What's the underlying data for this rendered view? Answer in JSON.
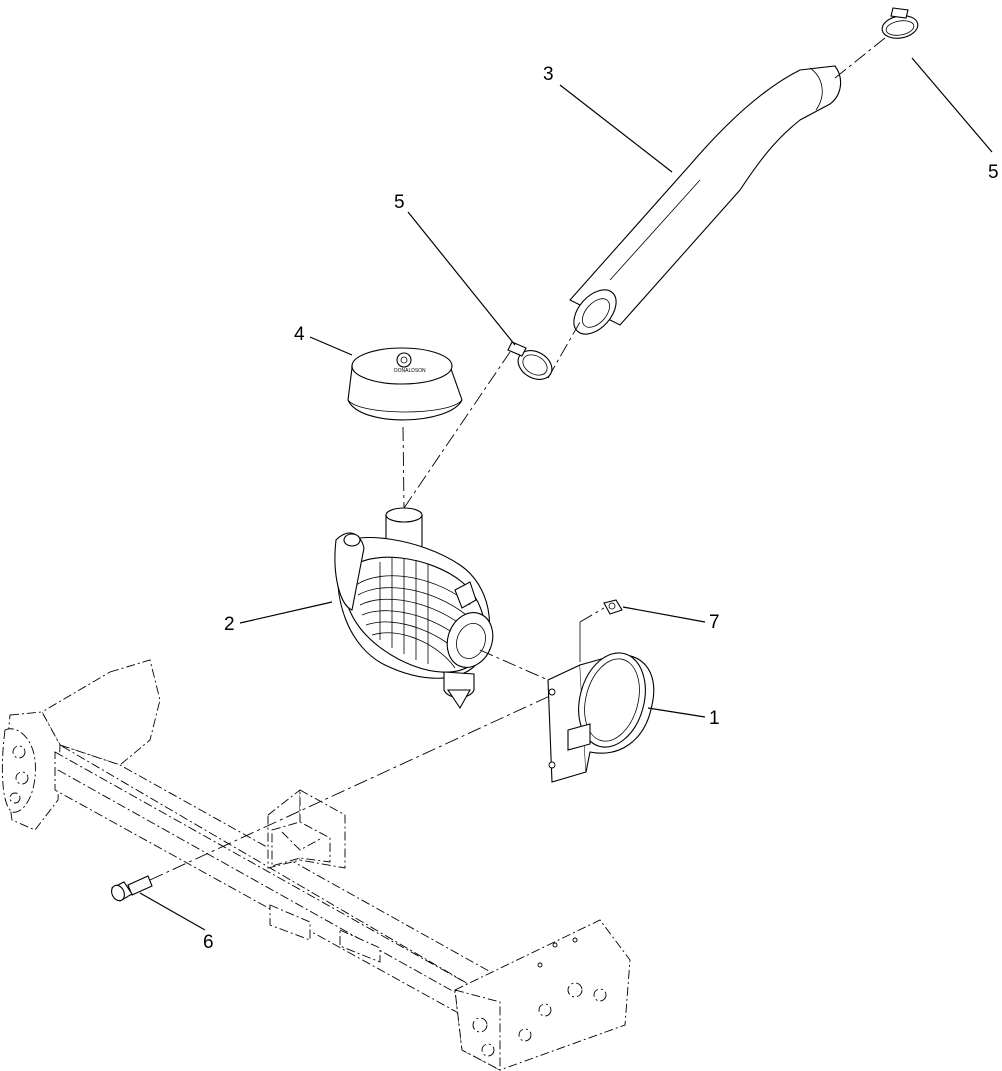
{
  "callouts": {
    "p1": "1",
    "p2": "2",
    "p3": "3",
    "p4": "4",
    "p5a": "5",
    "p5b": "5",
    "p6": "6",
    "p7": "7"
  },
  "cover_logo_text": "DONALDSON"
}
